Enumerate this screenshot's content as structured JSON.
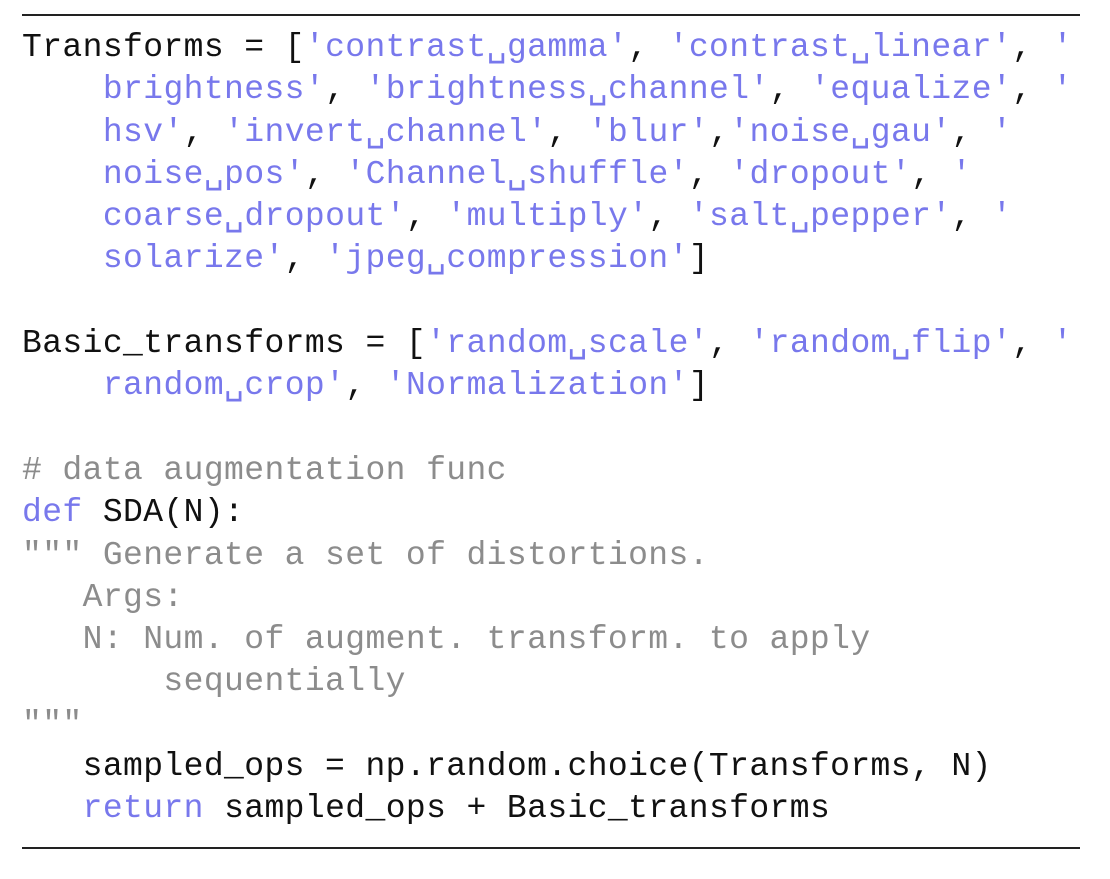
{
  "colors": {
    "string": "#7878ec",
    "keyword": "#7878ec",
    "comment": "#8c8c8c",
    "text": "#111111",
    "rule": "#222222"
  },
  "code": {
    "lines": [
      [
        {
          "t": "pl",
          "v": "Transforms = ["
        },
        {
          "t": "str",
          "v": "'contrast␣gamma'"
        },
        {
          "t": "pl",
          "v": ", "
        },
        {
          "t": "str",
          "v": "'contrast␣linear'"
        },
        {
          "t": "pl",
          "v": ", "
        },
        {
          "t": "str",
          "v": "'"
        }
      ],
      [
        {
          "t": "pl",
          "v": "    "
        },
        {
          "t": "str",
          "v": "brightness'"
        },
        {
          "t": "pl",
          "v": ", "
        },
        {
          "t": "str",
          "v": "'brightness␣channel'"
        },
        {
          "t": "pl",
          "v": ", "
        },
        {
          "t": "str",
          "v": "'equalize'"
        },
        {
          "t": "pl",
          "v": ", "
        },
        {
          "t": "str",
          "v": "'"
        }
      ],
      [
        {
          "t": "pl",
          "v": "    "
        },
        {
          "t": "str",
          "v": "hsv'"
        },
        {
          "t": "pl",
          "v": ", "
        },
        {
          "t": "str",
          "v": "'invert␣channel'"
        },
        {
          "t": "pl",
          "v": ", "
        },
        {
          "t": "str",
          "v": "'blur'"
        },
        {
          "t": "pl",
          "v": ","
        },
        {
          "t": "str",
          "v": "'noise␣gau'"
        },
        {
          "t": "pl",
          "v": ", "
        },
        {
          "t": "str",
          "v": "'"
        }
      ],
      [
        {
          "t": "pl",
          "v": "    "
        },
        {
          "t": "str",
          "v": "noise␣pos'"
        },
        {
          "t": "pl",
          "v": ", "
        },
        {
          "t": "str",
          "v": "'Channel␣shuffle'"
        },
        {
          "t": "pl",
          "v": ", "
        },
        {
          "t": "str",
          "v": "'dropout'"
        },
        {
          "t": "pl",
          "v": ", "
        },
        {
          "t": "str",
          "v": "'"
        }
      ],
      [
        {
          "t": "pl",
          "v": "    "
        },
        {
          "t": "str",
          "v": "coarse␣dropout'"
        },
        {
          "t": "pl",
          "v": ", "
        },
        {
          "t": "str",
          "v": "'multiply'"
        },
        {
          "t": "pl",
          "v": ", "
        },
        {
          "t": "str",
          "v": "'salt␣pepper'"
        },
        {
          "t": "pl",
          "v": ", "
        },
        {
          "t": "str",
          "v": "'"
        }
      ],
      [
        {
          "t": "pl",
          "v": "    "
        },
        {
          "t": "str",
          "v": "solarize'"
        },
        {
          "t": "pl",
          "v": ", "
        },
        {
          "t": "str",
          "v": "'jpeg␣compression'"
        },
        {
          "t": "pl",
          "v": "]"
        }
      ],
      [],
      [
        {
          "t": "pl",
          "v": "Basic_transforms = ["
        },
        {
          "t": "str",
          "v": "'random␣scale'"
        },
        {
          "t": "pl",
          "v": ", "
        },
        {
          "t": "str",
          "v": "'random␣flip'"
        },
        {
          "t": "pl",
          "v": ", "
        },
        {
          "t": "str",
          "v": "'"
        }
      ],
      [
        {
          "t": "pl",
          "v": "    "
        },
        {
          "t": "str",
          "v": "random␣crop'"
        },
        {
          "t": "pl",
          "v": ", "
        },
        {
          "t": "str",
          "v": "'Normalization'"
        },
        {
          "t": "pl",
          "v": "]"
        }
      ],
      [],
      [
        {
          "t": "cm",
          "v": "# data augmentation func"
        }
      ],
      [
        {
          "t": "kw",
          "v": "def"
        },
        {
          "t": "pl",
          "v": " SDA(N):"
        }
      ],
      [
        {
          "t": "cm",
          "v": "\"\"\" Generate a set of distortions."
        }
      ],
      [
        {
          "t": "cm",
          "v": "   Args:"
        }
      ],
      [
        {
          "t": "cm",
          "v": "   N: Num. of augment. transform. to apply"
        }
      ],
      [
        {
          "t": "cm",
          "v": "       sequentially"
        }
      ],
      [
        {
          "t": "cm",
          "v": "\"\"\""
        }
      ],
      [
        {
          "t": "pl",
          "v": "   sampled_ops = np.random.choice(Transforms, N)"
        }
      ],
      [
        {
          "t": "pl",
          "v": "   "
        },
        {
          "t": "kw",
          "v": "return"
        },
        {
          "t": "pl",
          "v": " sampled_ops + Basic_transforms"
        }
      ]
    ]
  }
}
